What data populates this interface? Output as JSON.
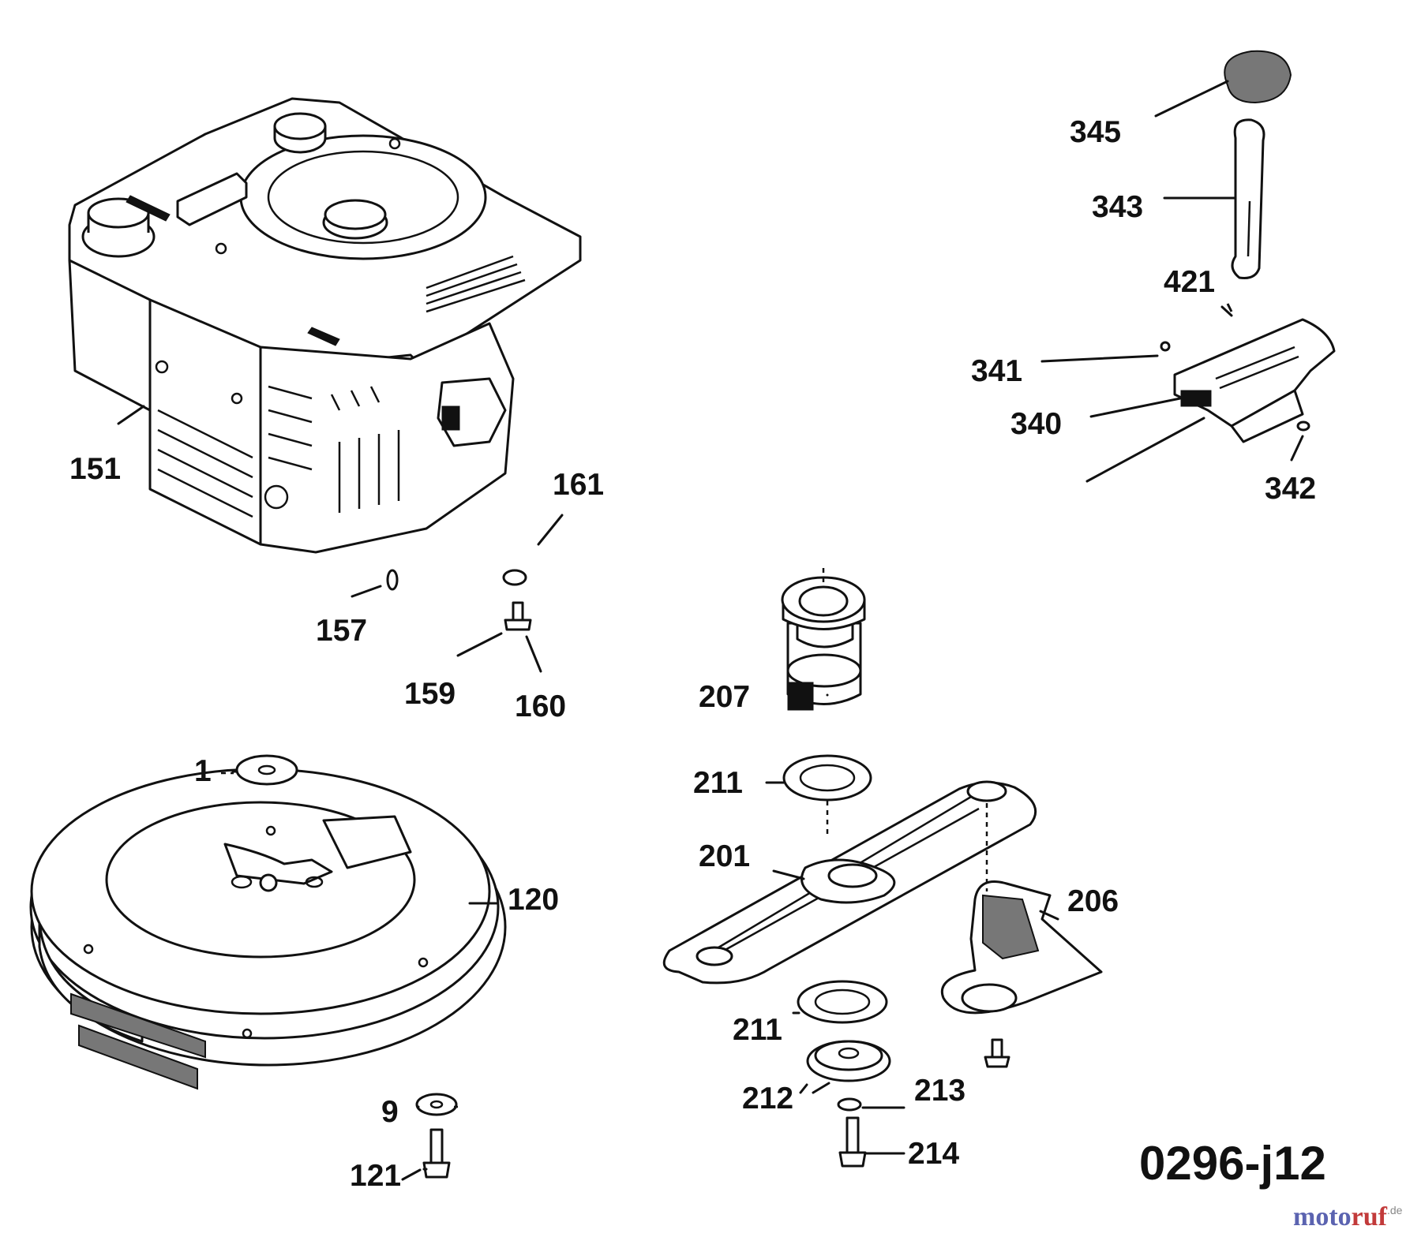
{
  "diagram": {
    "code": "0296-j12",
    "watermark": {
      "brand": "motoruf",
      "tld": ".de"
    },
    "callouts": [
      "1",
      "9",
      "120",
      "121",
      "151",
      "157",
      "159",
      "160",
      "161",
      "201",
      "206",
      "207",
      "211",
      "211",
      "212",
      "213",
      "214",
      "340",
      "341",
      "342",
      "343",
      "345",
      "421"
    ]
  }
}
